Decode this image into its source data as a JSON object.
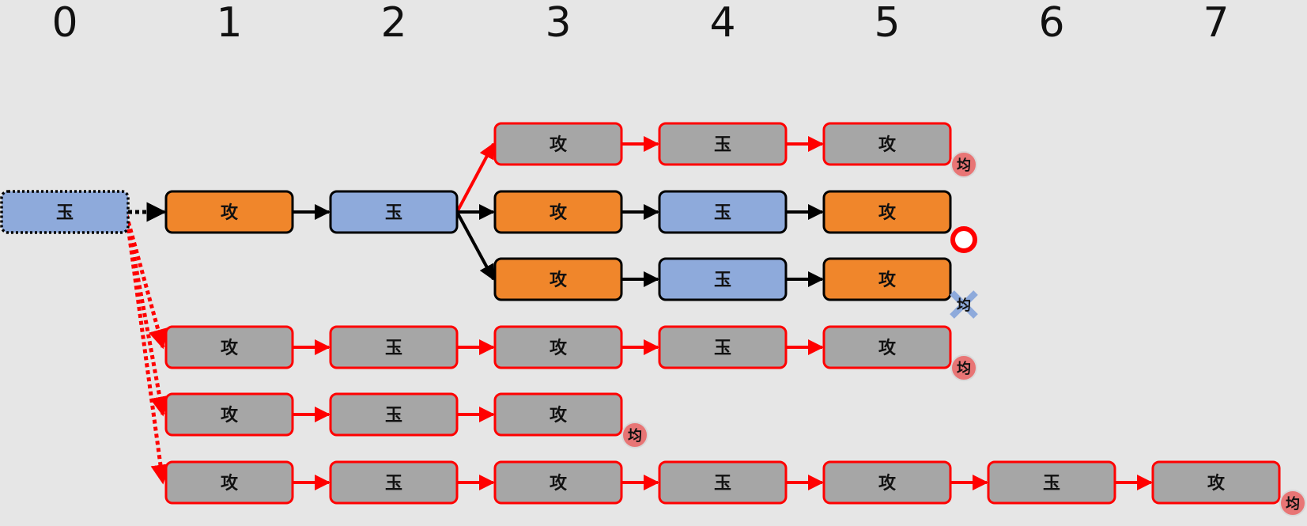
{
  "columns": [
    "0",
    "1",
    "2",
    "3",
    "4",
    "5",
    "6",
    "7"
  ],
  "colors": {
    "background": "#e6e6e6",
    "grey_fill": "#a6a6a6",
    "orange_fill": "#f0862b",
    "blue_fill": "#8eaadb",
    "red": "#ff0000",
    "black": "#000000",
    "badge_fill": "#e87575",
    "cross": "#8eaadb"
  },
  "nodes": [
    {
      "id": "n0",
      "row": 1,
      "col": 0,
      "label": "玉",
      "style": "blue",
      "border": "dotted"
    },
    {
      "id": "n1",
      "row": 1,
      "col": 1,
      "label": "攻",
      "style": "orange",
      "border": "black"
    },
    {
      "id": "n2",
      "row": 1,
      "col": 2,
      "label": "玉",
      "style": "blue",
      "border": "black"
    },
    {
      "id": "a3",
      "row": 0,
      "col": 3,
      "label": "攻",
      "style": "grey",
      "border": "red"
    },
    {
      "id": "a4",
      "row": 0,
      "col": 4,
      "label": "玉",
      "style": "grey",
      "border": "red"
    },
    {
      "id": "a5",
      "row": 0,
      "col": 5,
      "label": "攻",
      "style": "grey",
      "border": "red"
    },
    {
      "id": "b3",
      "row": 1,
      "col": 3,
      "label": "攻",
      "style": "orange",
      "border": "black"
    },
    {
      "id": "b4",
      "row": 1,
      "col": 4,
      "label": "玉",
      "style": "blue",
      "border": "black"
    },
    {
      "id": "b5",
      "row": 1,
      "col": 5,
      "label": "攻",
      "style": "orange",
      "border": "black"
    },
    {
      "id": "c3",
      "row": 2,
      "col": 3,
      "label": "攻",
      "style": "orange",
      "border": "black"
    },
    {
      "id": "c4",
      "row": 2,
      "col": 4,
      "label": "玉",
      "style": "blue",
      "border": "black"
    },
    {
      "id": "c5",
      "row": 2,
      "col": 5,
      "label": "攻",
      "style": "orange",
      "border": "black"
    },
    {
      "id": "d1",
      "row": 3,
      "col": 1,
      "label": "攻",
      "style": "grey",
      "border": "red"
    },
    {
      "id": "d2",
      "row": 3,
      "col": 2,
      "label": "玉",
      "style": "grey",
      "border": "red"
    },
    {
      "id": "d3",
      "row": 3,
      "col": 3,
      "label": "攻",
      "style": "grey",
      "border": "red"
    },
    {
      "id": "d4",
      "row": 3,
      "col": 4,
      "label": "玉",
      "style": "grey",
      "border": "red"
    },
    {
      "id": "d5",
      "row": 3,
      "col": 5,
      "label": "攻",
      "style": "grey",
      "border": "red"
    },
    {
      "id": "e1",
      "row": 4,
      "col": 1,
      "label": "攻",
      "style": "grey",
      "border": "red"
    },
    {
      "id": "e2",
      "row": 4,
      "col": 2,
      "label": "玉",
      "style": "grey",
      "border": "red"
    },
    {
      "id": "e3",
      "row": 4,
      "col": 3,
      "label": "攻",
      "style": "grey",
      "border": "red"
    },
    {
      "id": "f1",
      "row": 5,
      "col": 1,
      "label": "攻",
      "style": "grey",
      "border": "red"
    },
    {
      "id": "f2",
      "row": 5,
      "col": 2,
      "label": "玉",
      "style": "grey",
      "border": "red"
    },
    {
      "id": "f3",
      "row": 5,
      "col": 3,
      "label": "攻",
      "style": "grey",
      "border": "red"
    },
    {
      "id": "f4",
      "row": 5,
      "col": 4,
      "label": "玉",
      "style": "grey",
      "border": "red"
    },
    {
      "id": "f5",
      "row": 5,
      "col": 5,
      "label": "攻",
      "style": "grey",
      "border": "red"
    },
    {
      "id": "f6",
      "row": 5,
      "col": 6,
      "label": "玉",
      "style": "grey",
      "border": "red"
    },
    {
      "id": "f7",
      "row": 5,
      "col": 7,
      "label": "攻",
      "style": "grey",
      "border": "red"
    }
  ],
  "edges": [
    {
      "from": "n0",
      "to": "n1",
      "color": "black",
      "style": "dotted"
    },
    {
      "from": "n1",
      "to": "n2",
      "color": "black",
      "style": "solid"
    },
    {
      "from": "n2",
      "to": "a3",
      "color": "red",
      "style": "solid"
    },
    {
      "from": "n2",
      "to": "b3",
      "color": "black",
      "style": "solid"
    },
    {
      "from": "n2",
      "to": "c3",
      "color": "black",
      "style": "solid"
    },
    {
      "from": "a3",
      "to": "a4",
      "color": "red",
      "style": "solid"
    },
    {
      "from": "a4",
      "to": "a5",
      "color": "red",
      "style": "solid"
    },
    {
      "from": "b3",
      "to": "b4",
      "color": "black",
      "style": "solid"
    },
    {
      "from": "b4",
      "to": "b5",
      "color": "black",
      "style": "solid"
    },
    {
      "from": "c3",
      "to": "c4",
      "color": "black",
      "style": "solid"
    },
    {
      "from": "c4",
      "to": "c5",
      "color": "black",
      "style": "solid"
    },
    {
      "from": "n0",
      "to": "d1",
      "color": "red",
      "style": "dotted"
    },
    {
      "from": "n0",
      "to": "e1",
      "color": "red",
      "style": "dotted"
    },
    {
      "from": "n0",
      "to": "f1",
      "color": "red",
      "style": "dotted"
    },
    {
      "from": "d1",
      "to": "d2",
      "color": "red",
      "style": "solid"
    },
    {
      "from": "d2",
      "to": "d3",
      "color": "red",
      "style": "solid"
    },
    {
      "from": "d3",
      "to": "d4",
      "color": "red",
      "style": "solid"
    },
    {
      "from": "d4",
      "to": "d5",
      "color": "red",
      "style": "solid"
    },
    {
      "from": "e1",
      "to": "e2",
      "color": "red",
      "style": "solid"
    },
    {
      "from": "e2",
      "to": "e3",
      "color": "red",
      "style": "solid"
    },
    {
      "from": "f1",
      "to": "f2",
      "color": "red",
      "style": "solid"
    },
    {
      "from": "f2",
      "to": "f3",
      "color": "red",
      "style": "solid"
    },
    {
      "from": "f3",
      "to": "f4",
      "color": "red",
      "style": "solid"
    },
    {
      "from": "f4",
      "to": "f5",
      "color": "red",
      "style": "solid"
    },
    {
      "from": "f5",
      "to": "f6",
      "color": "red",
      "style": "solid"
    },
    {
      "from": "f6",
      "to": "f7",
      "color": "red",
      "style": "solid"
    }
  ],
  "markers": [
    {
      "after": "a5",
      "type": "draw-badge",
      "label": "均"
    },
    {
      "after": "b5",
      "type": "circle-mark"
    },
    {
      "after": "c5",
      "type": "cross-badge",
      "label": "均"
    },
    {
      "after": "d5",
      "type": "draw-badge",
      "label": "均"
    },
    {
      "after": "e3",
      "type": "draw-badge",
      "label": "均"
    },
    {
      "after": "f7",
      "type": "draw-badge",
      "label": "均"
    }
  ]
}
